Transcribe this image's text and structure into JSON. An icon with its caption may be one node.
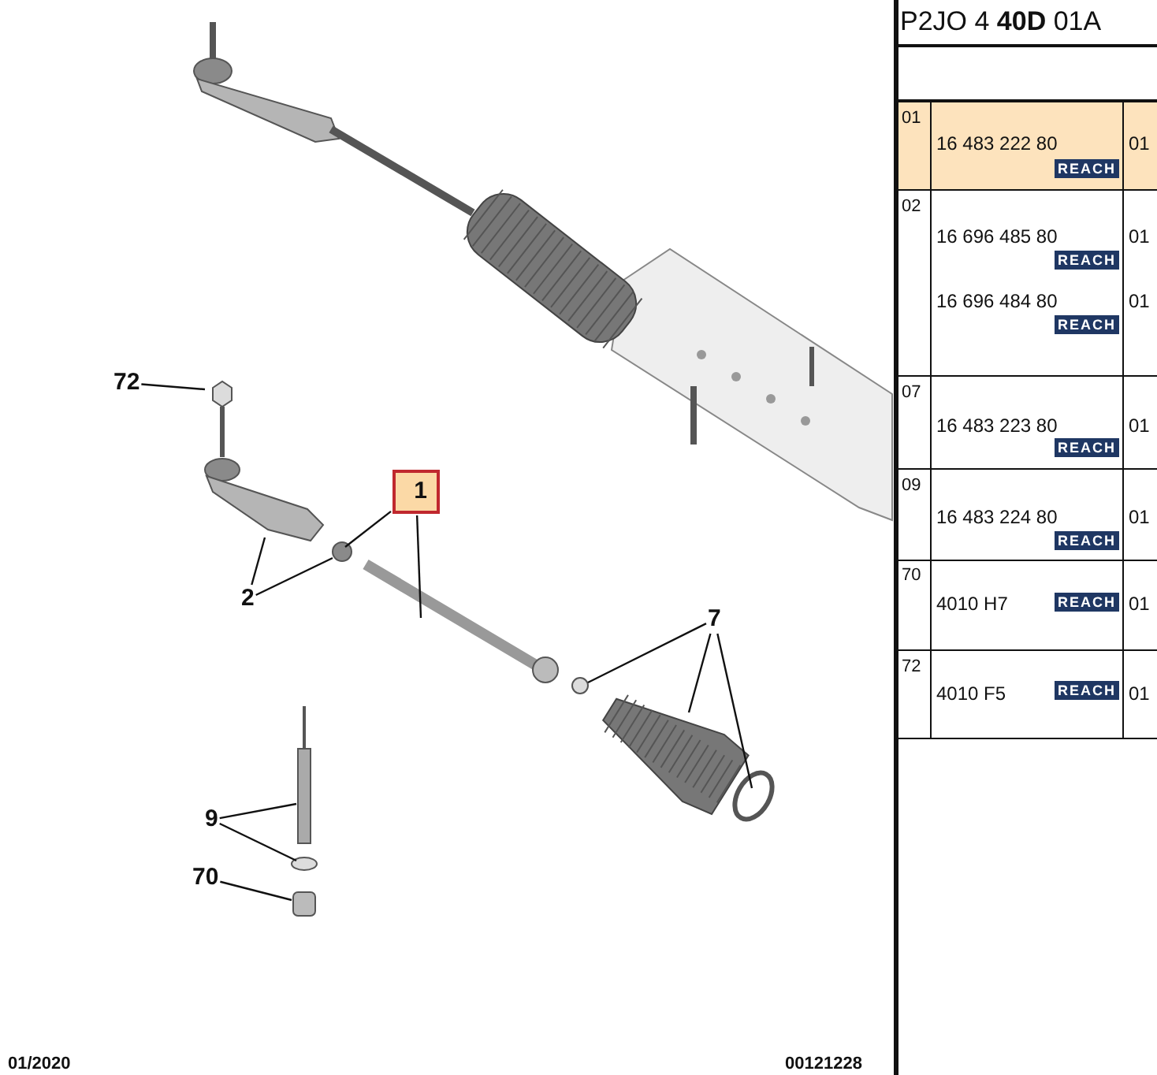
{
  "diagram": {
    "nodes": [
      {
        "text": [
          "72"
        ]
      },
      {
        "text": [
          "1"
        ]
      },
      {
        "text": [
          "2"
        ]
      },
      {
        "text": [
          "7"
        ]
      },
      {
        "text": [
          "9"
        ]
      },
      {
        "text": [
          "70"
        ]
      }
    ],
    "edges": [
      {
        "from": 0,
        "to": null,
        "arrow": "none"
      },
      {
        "from": 1,
        "to": null,
        "arrow": "none"
      },
      {
        "from": 1,
        "to": null,
        "arrow": "none"
      },
      {
        "from": 2,
        "to": null,
        "arrow": "none"
      },
      {
        "from": 2,
        "to": null,
        "arrow": "none"
      },
      {
        "from": 3,
        "to": null,
        "arrow": "none"
      },
      {
        "from": 3,
        "to": null,
        "arrow": "none"
      },
      {
        "from": 3,
        "to": null,
        "arrow": "none"
      },
      {
        "from": 4,
        "to": null,
        "arrow": "none"
      },
      {
        "from": 4,
        "to": null,
        "arrow": "none"
      },
      {
        "from": 5,
        "to": null,
        "arrow": "none"
      }
    ],
    "labels": [
      "P2JO 4 **40D** 01A",
      "01",
      "16 483 222 80",
      "REACH",
      "01",
      "02",
      "16 696 485 80",
      "REACH",
      "01",
      "16 696 484 80",
      "REACH",
      "01",
      "07",
      "16 483 223 80",
      "REACH",
      "01",
      "09",
      "16 483 224 80",
      "REACH",
      "01",
      "70",
      "4010 H7",
      "REACH",
      "01",
      "72",
      "4010 F5",
      "REACH",
      "01",
      "01/2020",
      "00121228"
    ]
  }
}
